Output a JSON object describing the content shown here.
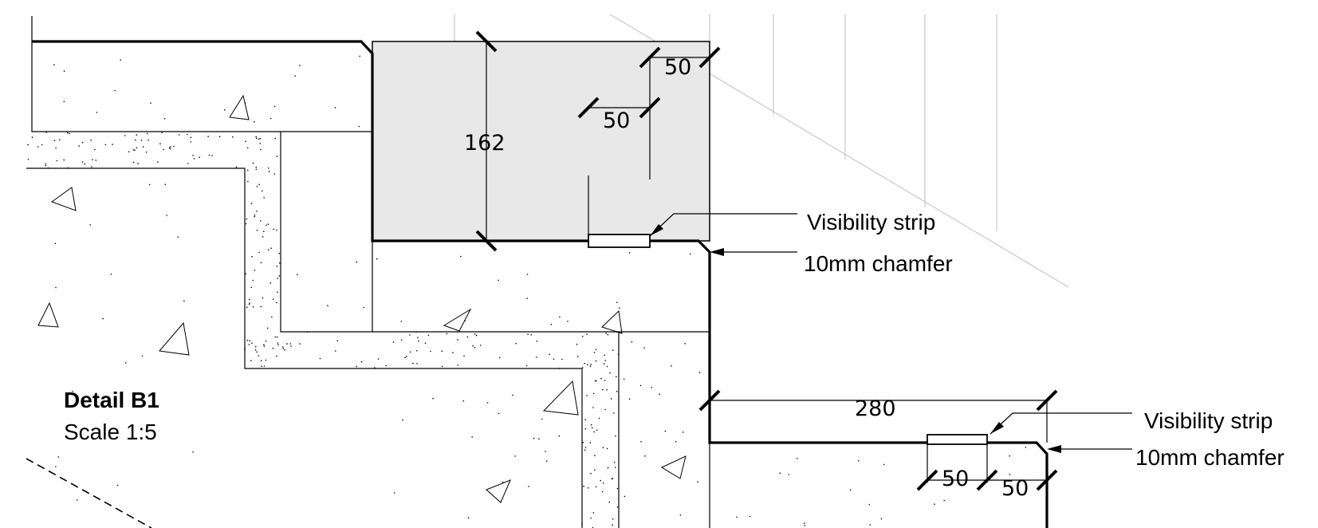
{
  "detail": {
    "title": "Detail B1",
    "scale": "Scale 1:5"
  },
  "dimensions": {
    "upper_step_height": "162",
    "upper_offset_a": "50",
    "upper_offset_b": "50",
    "lower_tread_depth": "280",
    "lower_offset_a": "50",
    "lower_offset_b": "50"
  },
  "annotations": {
    "upper_visibility_strip": "Visibility strip",
    "upper_chamfer": "10mm chamfer",
    "lower_visibility_strip": "Visibility strip",
    "lower_chamfer": "10mm chamfer"
  },
  "colors": {
    "line": "#000000",
    "shade": "#e8e8e8",
    "faint": "#c8c8c8"
  }
}
